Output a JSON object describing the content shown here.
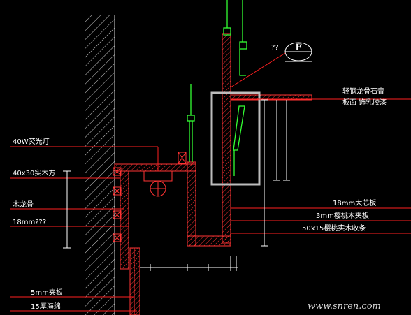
{
  "colors": {
    "background": "#000000",
    "hatch": "#cfcfcf",
    "section": "#ff3333",
    "leader": "#ff2020",
    "dim": "#ffffff",
    "hanger": "#33ff33",
    "highlight": "#bdbdbd",
    "text": "#ffffff"
  },
  "labels": {
    "lamp": "40W荧光灯",
    "wood_square": "40x30实木方",
    "keel": "木龙骨",
    "mm18q": "18mm???",
    "plywood5": "5mm夹板",
    "sponge": "15厚海绵",
    "gypsum1": "轻钢龙骨石膏",
    "gypsum2": "板面 饰乳胶漆",
    "core": "18mm大芯板",
    "veneer": "3mm樱桃木夹板",
    "trim": "50x15樱桃实木收条",
    "ref_marker": "??",
    "callout": "F"
  },
  "watermark": "www.snren.com"
}
